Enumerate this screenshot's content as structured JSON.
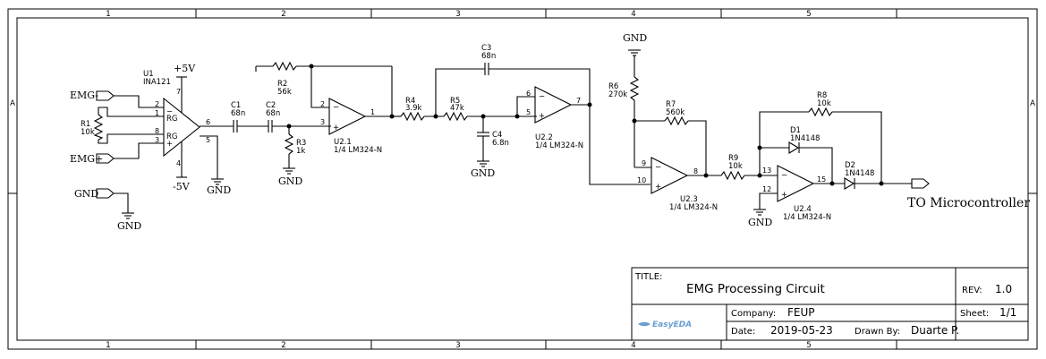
{
  "sheet": {
    "columns": [
      "1",
      "2",
      "3",
      "4",
      "5"
    ],
    "rows": [
      "A"
    ]
  },
  "title_block": {
    "title_label": "TITLE:",
    "title": "EMG Processing Circuit",
    "rev_label": "REV:",
    "rev": "1.0",
    "company_label": "Company:",
    "company": "FEUP",
    "sheet_label": "Sheet:",
    "sheet": "1/1",
    "date_label": "Date:",
    "date": "2019-05-23",
    "drawn_by_label": "Drawn By:",
    "drawn_by": "Duarte P.",
    "logo_text": "EasyEDA"
  },
  "ports": {
    "emg_minus": "EMG-",
    "emg_plus": "EMG+",
    "gnd_in": "GND",
    "output": "TO Microcontroller"
  },
  "power": {
    "vpos": "+5V",
    "vneg": "-5V",
    "gnd": "GND"
  },
  "components": {
    "u1": {
      "ref": "U1",
      "value": "INA121",
      "rg_top": "RG",
      "rg_bot": "RG",
      "pins": [
        "2",
        "1",
        "8",
        "3",
        "7",
        "4",
        "6",
        "5"
      ]
    },
    "r1": {
      "ref": "R1",
      "value": "10k"
    },
    "c1": {
      "ref": "C1",
      "value": "68n"
    },
    "c2": {
      "ref": "C2",
      "value": "68n"
    },
    "r2": {
      "ref": "R2",
      "value": "56k"
    },
    "r3": {
      "ref": "R3",
      "value": "1k"
    },
    "u21": {
      "ref": "U2.1",
      "value": "1/4 LM324-N",
      "pins": [
        "2",
        "3",
        "1"
      ]
    },
    "r4": {
      "ref": "R4",
      "value": "3.9k"
    },
    "r5": {
      "ref": "R5",
      "value": "47k"
    },
    "c3": {
      "ref": "C3",
      "value": "68n"
    },
    "c4": {
      "ref": "C4",
      "value": "6.8n"
    },
    "u22": {
      "ref": "U2.2",
      "value": "1/4 LM324-N",
      "pins": [
        "6",
        "5",
        "7"
      ]
    },
    "r6": {
      "ref": "R6",
      "value": "270k"
    },
    "r7": {
      "ref": "R7",
      "value": "560k"
    },
    "u23": {
      "ref": "U2.3",
      "value": "1/4 LM324-N",
      "pins": [
        "9",
        "10",
        "8"
      ]
    },
    "r9": {
      "ref": "R9",
      "value": "10k"
    },
    "r8": {
      "ref": "R8",
      "value": "10k"
    },
    "d1": {
      "ref": "D1",
      "value": "1N4148"
    },
    "d2": {
      "ref": "D2",
      "value": "1N4148"
    },
    "u24": {
      "ref": "U2.4",
      "value": "1/4 LM324-N",
      "pins": [
        "13",
        "12",
        "15"
      ]
    }
  }
}
